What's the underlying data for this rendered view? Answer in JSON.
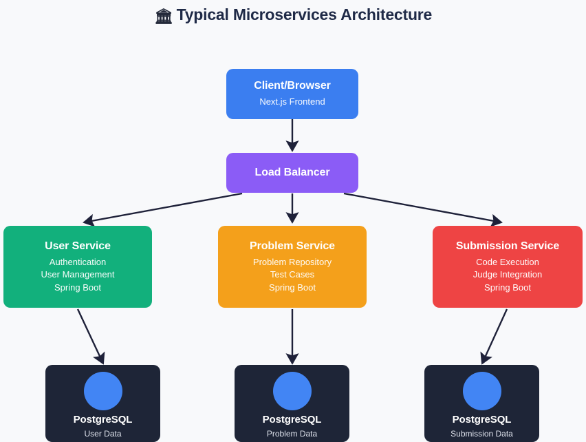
{
  "title": {
    "icon": "🏛",
    "icon_name": "classical-building-icon",
    "text": "Typical Microservices Architecture"
  },
  "colors": {
    "background": "#f8f9fb",
    "title_text": "#1f2a47",
    "client": "#3b7ef0",
    "load_balancer": "#8b5cf6",
    "user_service": "#12b07c",
    "problem_service": "#f4a01b",
    "submission_service": "#ee4444",
    "database": "#1e2537",
    "database_icon": "#4285f4",
    "edge": "#1e2139"
  },
  "nodes": {
    "client": {
      "title": "Client/Browser",
      "subtitle_lines": [
        "Next.js Frontend"
      ]
    },
    "load_balancer": {
      "title": "Load Balancer",
      "subtitle_lines": []
    },
    "user_service": {
      "title": "User Service",
      "subtitle_lines": [
        "Authentication",
        "User Management",
        "Spring Boot"
      ]
    },
    "problem_service": {
      "title": "Problem Service",
      "subtitle_lines": [
        "Problem Repository",
        "Test Cases",
        "Spring Boot"
      ]
    },
    "submission_service": {
      "title": "Submission Service",
      "subtitle_lines": [
        "Code Execution",
        "Judge Integration",
        "Spring Boot"
      ]
    },
    "db_user": {
      "title": "PostgreSQL",
      "subtitle_lines": [
        "User Data"
      ]
    },
    "db_problem": {
      "title": "PostgreSQL",
      "subtitle_lines": [
        "Problem Data"
      ]
    },
    "db_submission": {
      "title": "PostgreSQL",
      "subtitle_lines": [
        "Submission Data"
      ]
    }
  },
  "edges": [
    {
      "name": "client-to-load-balancer",
      "from": "client",
      "to": "load_balancer",
      "style": "straight-down"
    },
    {
      "name": "load-balancer-to-user",
      "from": "load_balancer",
      "to": "user_service",
      "style": "diagonal-left"
    },
    {
      "name": "load-balancer-to-problem",
      "from": "load_balancer",
      "to": "problem_service",
      "style": "straight-down"
    },
    {
      "name": "load-balancer-to-submission",
      "from": "load_balancer",
      "to": "submission_service",
      "style": "diagonal-right"
    },
    {
      "name": "user-service-to-db",
      "from": "user_service",
      "to": "db_user",
      "style": "diagonal-right"
    },
    {
      "name": "problem-service-to-db",
      "from": "problem_service",
      "to": "db_problem",
      "style": "straight-down"
    },
    {
      "name": "submission-service-to-db",
      "from": "submission_service",
      "to": "db_submission",
      "style": "diagonal-left"
    }
  ]
}
